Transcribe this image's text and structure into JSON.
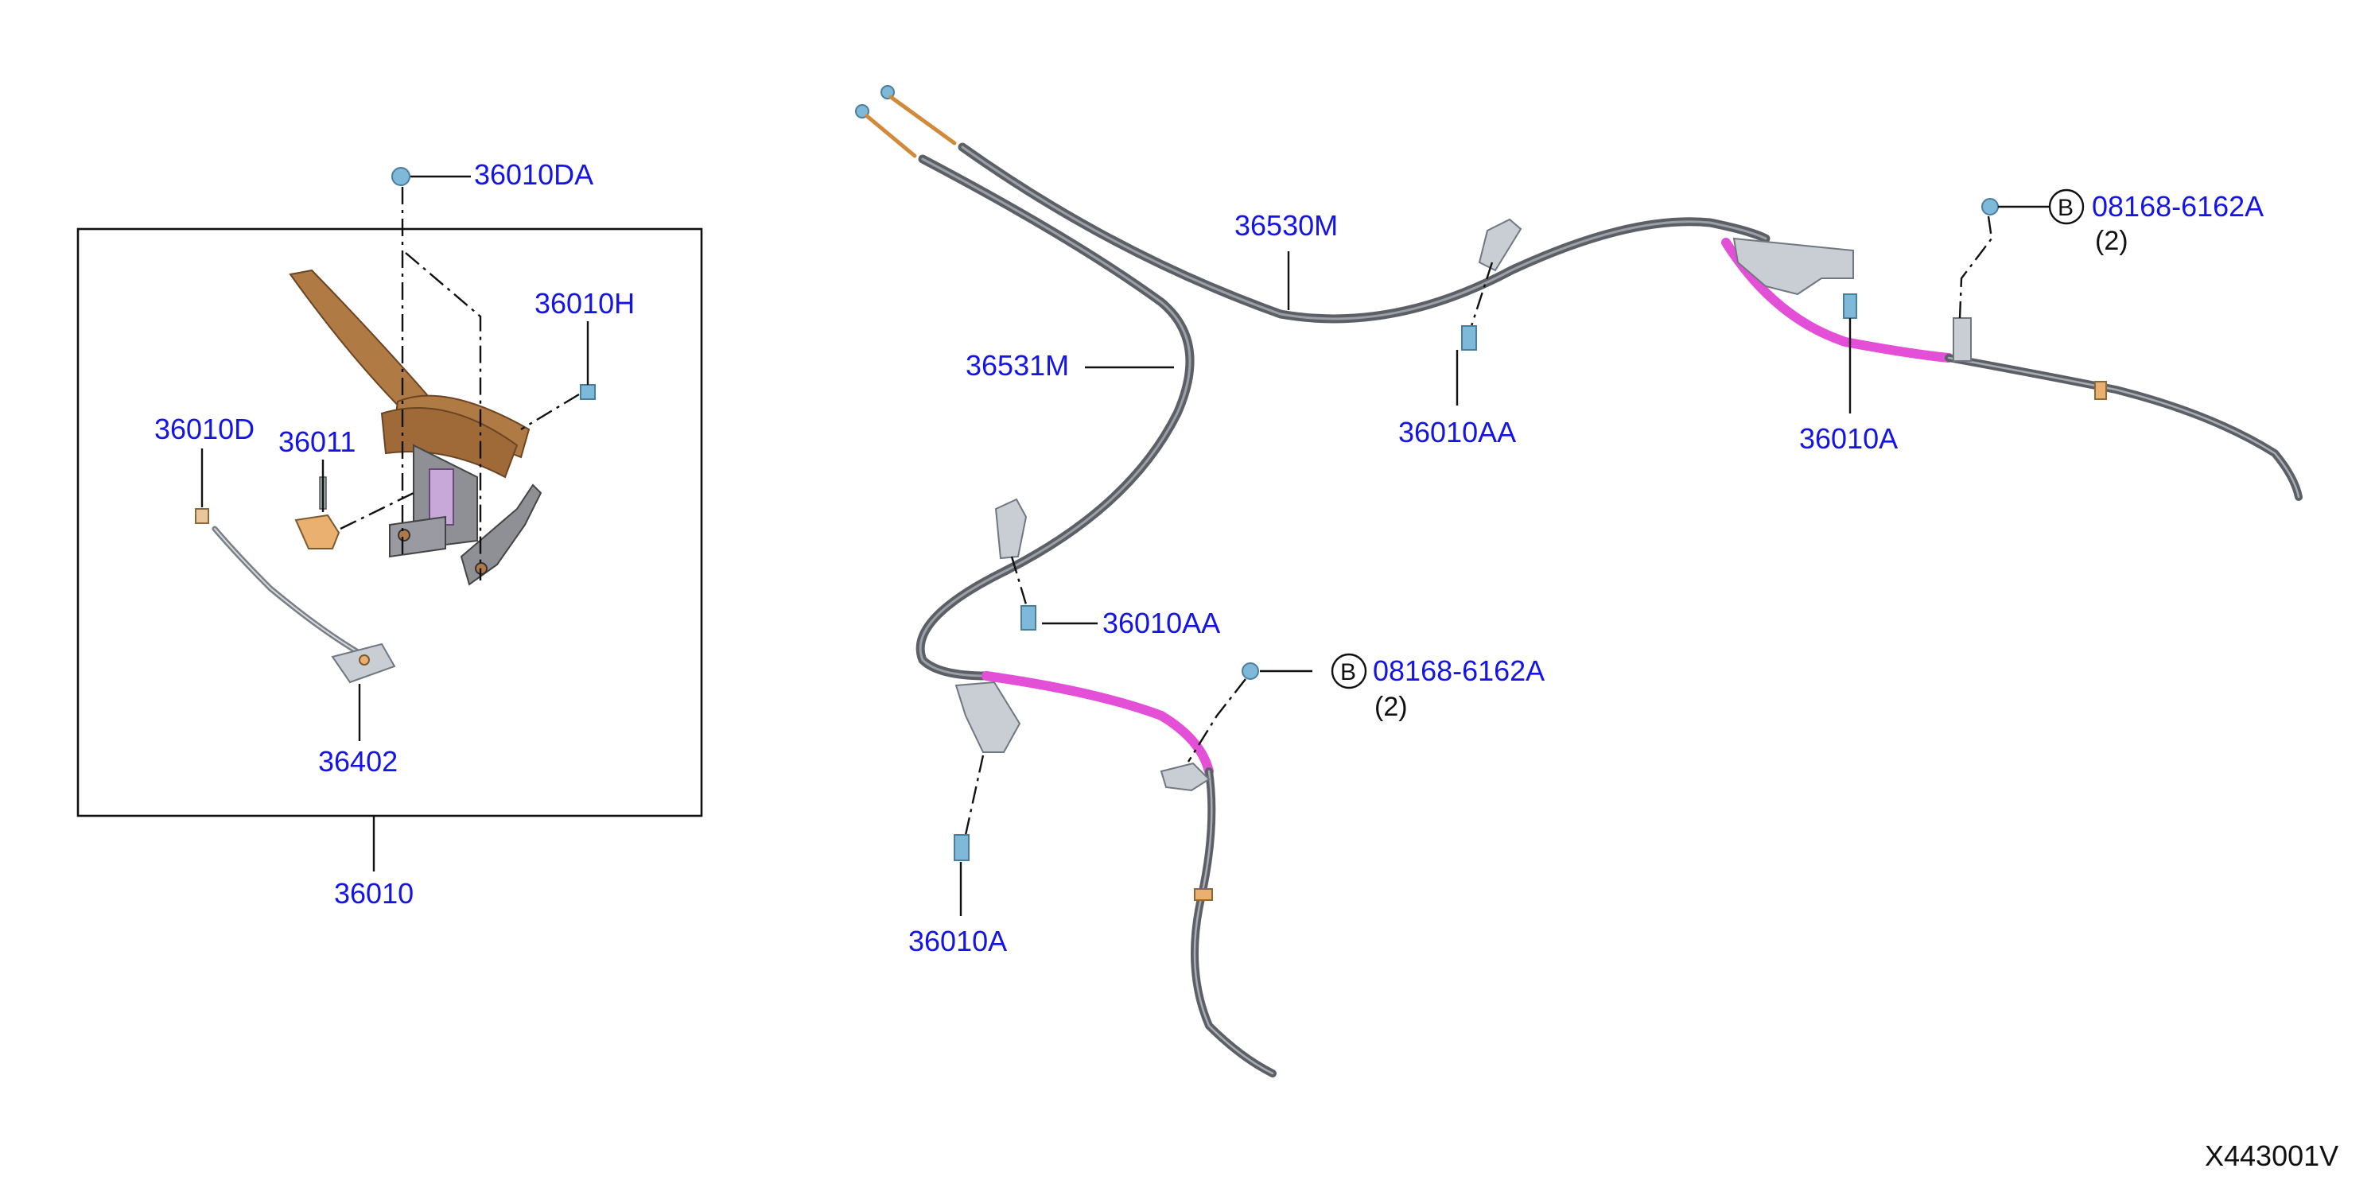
{
  "diagram_code": "X443001V",
  "colors": {
    "part_label": "#1414e6",
    "cable_gray": "#5c6066",
    "cable_highlight": "#e34fd6",
    "lever_bronze": "#b07a45",
    "fastener_blue": "#7fb9d9"
  },
  "parts": {
    "p36010DA": "36010DA",
    "p36010H": "36010H",
    "p36010D": "36010D",
    "p36011": "36011",
    "p36402": "36402",
    "p36010": "36010",
    "p36530M": "36530M",
    "p36531M": "36531M",
    "p36010AA_upper": "36010AA",
    "p36010AA_lower": "36010AA",
    "p36010A_right": "36010A",
    "p36010A_lower": "36010A",
    "p08168_upper": "08168-6162A",
    "p08168_lower": "08168-6162A"
  },
  "callouts": {
    "badge_upper": "B",
    "badge_lower": "B",
    "qty_upper": "(2)",
    "qty_lower": "(2)"
  },
  "icons": [
    "bolt-icon",
    "clip-icon",
    "bracket-icon",
    "lever-icon"
  ]
}
